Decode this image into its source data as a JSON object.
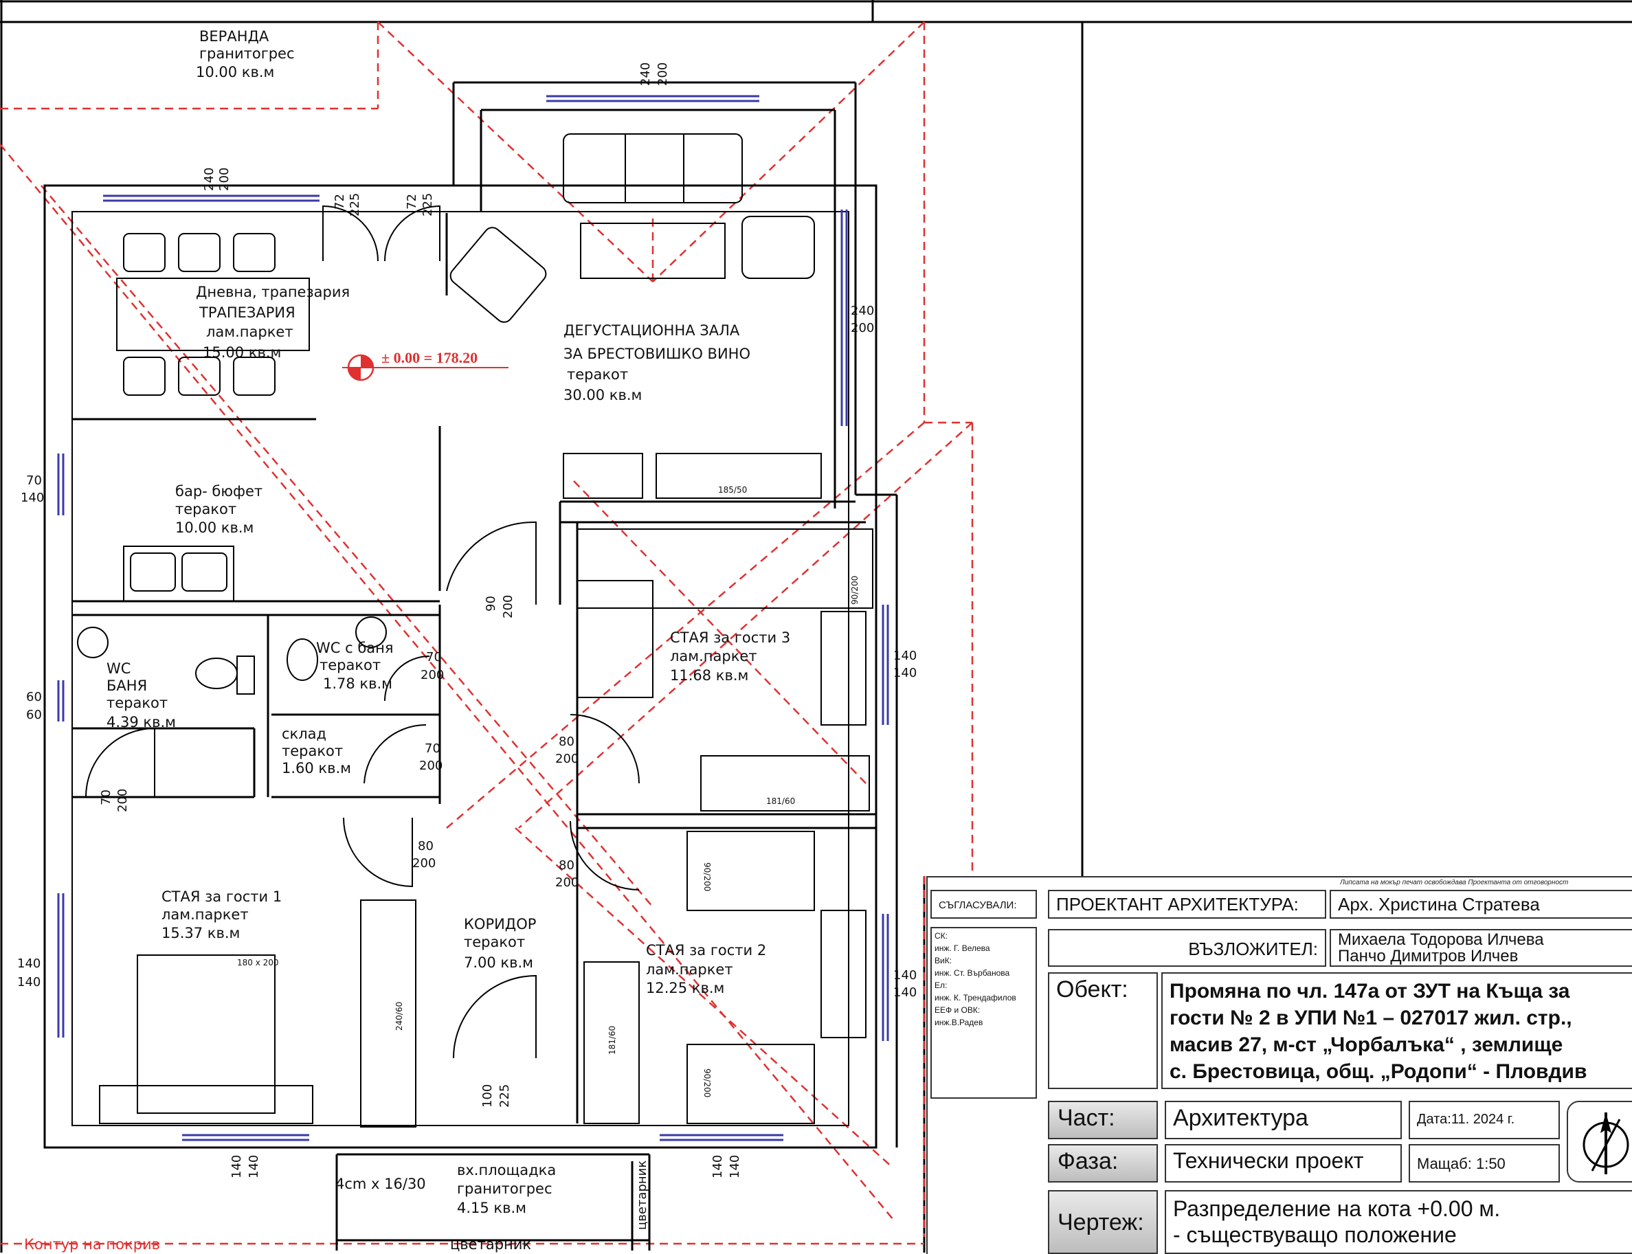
{
  "rooms": {
    "veranda": {
      "name": "ВЕРАНДА",
      "finish": "гранитогрес",
      "area": "10.00 кв.м"
    },
    "dining": {
      "name": "Дневна, трапезария",
      "name2": "ТРАПЕЗАРИЯ",
      "finish": "лам.паркет",
      "area": "15.00 кв.м"
    },
    "tasting": {
      "name": "ДЕГУСТАЦИОННА ЗАЛА",
      "name2": "ЗА БРЕСТОВИШКО ВИНО",
      "finish": "теракот",
      "area": "30.00 кв.м"
    },
    "bar": {
      "name": "бар- бюфет",
      "finish": "теракот",
      "area": "10.00 кв.м"
    },
    "wc_bath": {
      "name": "WC",
      "name2": "БАНЯ",
      "finish": "теракот",
      "area": "4.39 кв.м"
    },
    "wc_small": {
      "name": "WC с баня",
      "finish": "теракот",
      "area": "1.78 кв.м"
    },
    "storage": {
      "name": "склад",
      "finish": "теракот",
      "area": "1.60 кв.м"
    },
    "guest3": {
      "name": "СТАЯ за гости 3",
      "finish": "лам.паркет",
      "area": "11.68 кв.м"
    },
    "guest1": {
      "name": "СТАЯ за гости 1",
      "finish": "лам.паркет",
      "area": "15.37 кв.м"
    },
    "corridor": {
      "name": "КОРИДОР",
      "finish": "теракот",
      "area": "7.00 кв.м"
    },
    "guest2": {
      "name": "СТАЯ за гости 2",
      "finish": "лам.паркет",
      "area": "12.25 кв.м"
    },
    "entrance": {
      "name": "вх.площадка",
      "finish": "гранитогрес",
      "area": "4.15 кв.м"
    }
  },
  "level_mark": "± 0.00 = 178.20",
  "stairs_note": "4cm x 16/30",
  "flowerbed": "цветарник",
  "flowerbed2": "цветарник",
  "roof_outline": "Контур на покрив",
  "dims": {
    "d240a": "240",
    "d200a": "200",
    "d240b": "240",
    "d200b": "200",
    "d72a": "72",
    "d225a": "225",
    "d72b": "72",
    "d225b": "225",
    "d240c": "240",
    "d200c": "200",
    "d70a": "70",
    "d140a": "140",
    "d90": "90",
    "d200d": "200",
    "d70b": "70",
    "d200e": "200",
    "d140b": "140",
    "d140c": "140",
    "d60a": "60",
    "d60b": "60",
    "d70c": "70",
    "d200f": "200",
    "d80a": "80",
    "d200g": "200",
    "d70d": "70",
    "d200h": "200",
    "d80b": "80",
    "d200i": "200",
    "d80c": "80",
    "d200j": "200",
    "d140d": "140",
    "d140e": "140",
    "d140f": "140",
    "d140g": "140",
    "d100": "100",
    "d225c": "225",
    "d140h": "140",
    "d140i": "140",
    "d140j": "140",
    "d140k": "140"
  },
  "furniture_labels": {
    "tv": "185/50",
    "bed3": "90/200",
    "wardrobe3": "181/60",
    "wardrobe1": "240/60",
    "bed1": "180 x 200",
    "wardrobe2": "181/60",
    "bed2a": "90/200",
    "bed2b": "90/200"
  },
  "titleblock": {
    "notice": "Липсата на мокър печат освобождава Проектанта от отговорност",
    "agreed": "СЪГЛАСУВАЛИ:",
    "sk_label": "СК:",
    "sk_name": "инж. Г. Велева",
    "vik_label": "ВиК:",
    "vik_name": "инж. Ст. Върбанова",
    "el_label": "Ел:",
    "el_name": "инж. К. Трендафилов",
    "eef_label": "ЕЕФ и ОВК:",
    "eef_name": "инж.В.Радев",
    "designer_label": "ПРОЕКТАНТ АРХИТЕКТУРА:",
    "designer_name": "Арх. Христина Стратева",
    "client_label": "ВЪЗЛОЖИТЕЛ:",
    "client_name1": "Михаела Тодорова Илчева",
    "client_name2": "Панчо Димитров Илчев",
    "object_label": "Обект:",
    "object_line1": "Промяна по чл. 147а от ЗУТ на Къща за",
    "object_line2": "гости  № 2 в УПИ №1 – 027017 жил. стр.,",
    "object_line3": "масив 27, м-ст „Чорбалъка“ , землище",
    "object_line4": "с. Брестовица, общ. „Родопи“ - Пловдив",
    "part_label": "Част:",
    "part_value": "Архитектура",
    "date": "Дата:11. 2024 г.",
    "phase_label": "Фаза:",
    "phase_value": "Технически проект",
    "scale": "Мащаб:   1:50",
    "drawing_label": "Чертеж:",
    "drawing_line1": "Разпределение на кота +0.00 м.",
    "drawing_line2": "- съществуващо положение"
  },
  "colors": {
    "wall": "#000000",
    "window": "#3a3aa8",
    "roof": "#e03030",
    "titlebg": "#cfcfcf"
  }
}
